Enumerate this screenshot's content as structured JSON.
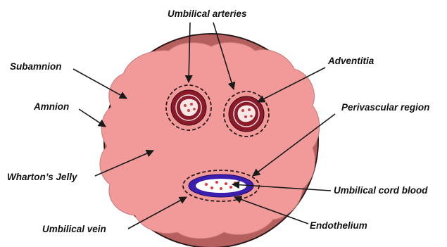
{
  "labels": {
    "umbilical_arteries": "Umbilical arteries",
    "subamnion": "Subamnion",
    "adventitia": "Adventitia",
    "amnion": "Amnion",
    "perivascular_region": "Perivascular region",
    "whartons_jelly": "Wharton’s Jelly",
    "umbilical_cord_blood": "Umbilical cord blood",
    "umbilical_vein": "Umbilical vein",
    "endothelium": "Endothelium"
  },
  "colors": {
    "outer_ring": "#b65f5f",
    "jelly": "#f29a9a",
    "artery_wall": "#8b1a2b",
    "artery_lumen": "#f6e6e6",
    "vein_wall": "#3d1fb0",
    "vein_lumen": "#ffffff",
    "blood_dots": "#e43a3a",
    "outline": "#2b1a1a",
    "arrow": "#1a1a1a"
  }
}
